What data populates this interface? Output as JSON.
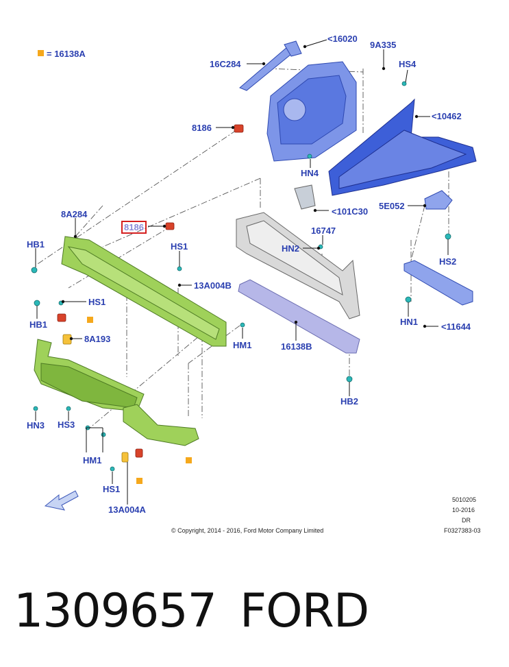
{
  "legend": {
    "swatch_color": "#f5a81c",
    "text": "= 16138A"
  },
  "labels": {
    "l_16020": "<16020",
    "l_9A335": "9A335",
    "l_16C284": "16C284",
    "l_HS4": "HS4",
    "l_10462": "<10462",
    "l_8186_top": "8186",
    "l_HN4": "HN4",
    "l_101C30": "<101C30",
    "l_5E052": "5E052",
    "l_8A284": "8A284",
    "l_8186_hl": "8186",
    "l_16747": "16747",
    "l_HN2": "HN2",
    "l_HB1_top": "HB1",
    "l_HS1_mid": "HS1",
    "l_HS2": "HS2",
    "l_13A004B": "13A004B",
    "l_HS1_left": "HS1",
    "l_HN1": "HN1",
    "l_11644": "<11644",
    "l_HB1_left": "HB1",
    "l_8A193": "8A193",
    "l_HM1_right": "HM1",
    "l_16138B": "16138B",
    "l_HN3": "HN3",
    "l_HS3": "HS3",
    "l_HB2": "HB2",
    "l_HM1_bottom": "HM1",
    "l_HS1_bottom": "HS1",
    "l_13A004A": "13A004A"
  },
  "footer": {
    "copyright": "© Copyright, 2014 - 2016, Ford Motor Company Limited",
    "code1": "5010205",
    "code2": "10-2016",
    "code3": "DR",
    "code4": "F0327383-03"
  },
  "part_number": "1309657",
  "brand": "FORD",
  "colors": {
    "label": "#2a3fb0",
    "highlight": "#d41f1f",
    "green_part": "#9fd15a",
    "blue_part": "#3d5fd8",
    "grey_part": "#d9d9d9",
    "fastener": "#2bb8b8",
    "red_clip": "#d8432a"
  }
}
